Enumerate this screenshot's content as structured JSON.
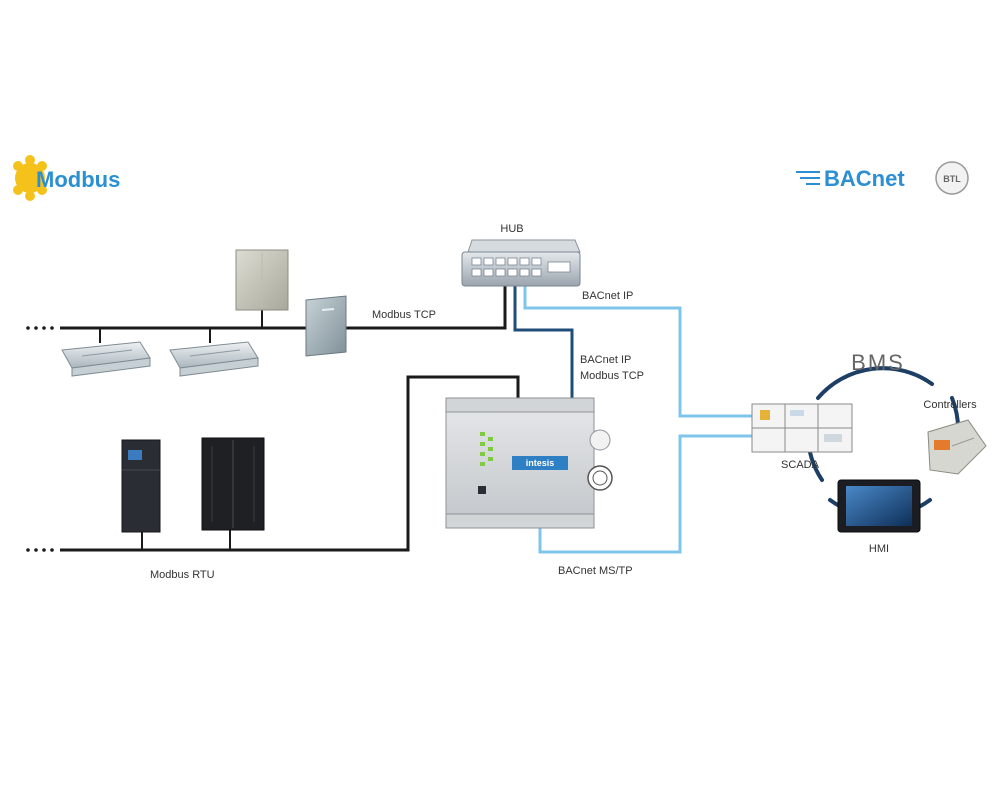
{
  "logos": {
    "left": "Modbus",
    "right": "BACnet",
    "right_badge": "BTL"
  },
  "device_labels": {
    "hub": "HUB",
    "gateway_brand": "intesis",
    "scada": "SCADA",
    "controllers": "Controllers",
    "hmi": "HMI",
    "bms": "BMS"
  },
  "connection_labels": {
    "modbus_tcp": "Modbus TCP",
    "modbus_rtu": "Modbus RTU",
    "bacnet_ip_top": "BACnet IP",
    "bacnet_ip_modbus_tcp_line1": "BACnet IP",
    "bacnet_ip_modbus_tcp_line2": "Modbus TCP",
    "bacnet_mstp": "BACnet MS/TP"
  },
  "colors": {
    "bus_line": "#1a1a1a",
    "ethernet_line": "#1f4e79",
    "bacnet_line": "#7fc4ea",
    "bms_ring": "#1d3f66",
    "brand_blue": "#2b8fd3"
  }
}
